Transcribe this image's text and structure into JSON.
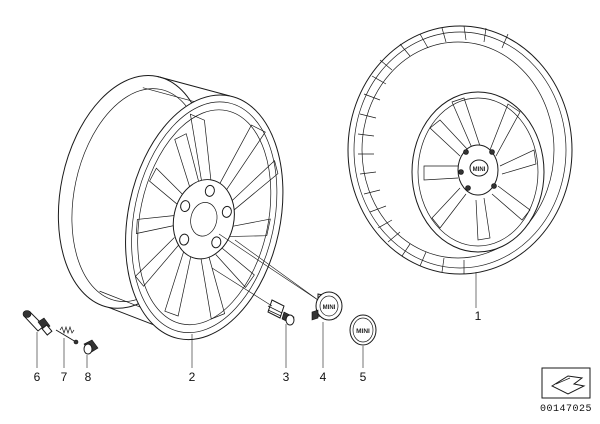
{
  "labels": {
    "p1": "1",
    "p2": "2",
    "p3": "3",
    "p4": "4",
    "p5": "5",
    "p6": "6",
    "p7": "7",
    "p8": "8"
  },
  "logo_text": "MINI",
  "ref_number": "00147025"
}
